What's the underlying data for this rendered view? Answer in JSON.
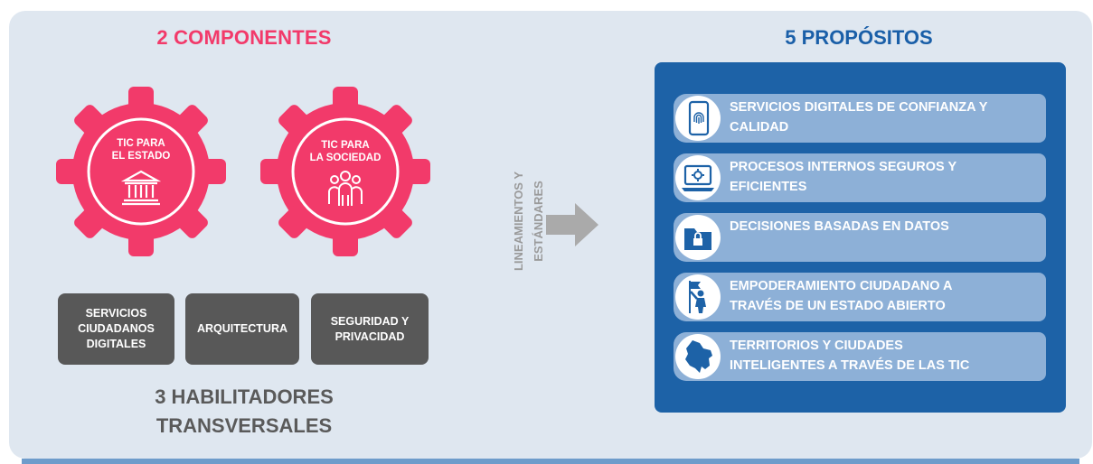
{
  "left_title": "2 COMPONENTES",
  "right_title": "5 PROPÓSITOS",
  "gears": [
    {
      "line1": "TIC PARA",
      "line2": "EL ESTADO",
      "icon": "government-building-icon"
    },
    {
      "line1": "TIC PARA",
      "line2": "LA SOCIEDAD",
      "icon": "people-group-icon"
    }
  ],
  "enablers": [
    {
      "label": "SERVICIOS CIUDADANOS DIGITALES"
    },
    {
      "label": "ARQUITECTURA"
    },
    {
      "label": "SEGURIDAD Y PRIVACIDAD"
    }
  ],
  "enablers_title": {
    "line1": "3 HABILITADORES",
    "line2": "TRANSVERSALES"
  },
  "connector": {
    "line1": "LINEAMIENTOS Y",
    "line2": "ESTÁNDARES"
  },
  "purposes": [
    {
      "line1": "SERVICIOS DIGITALES DE CONFIANZA Y",
      "line2": "CALIDAD",
      "icon": "fingerprint-phone-icon"
    },
    {
      "line1": "PROCESOS INTERNOS SEGUROS Y",
      "line2": "EFICIENTES",
      "icon": "laptop-gear-icon"
    },
    {
      "line1": "DECISIONES BASADAS EN DATOS",
      "line2": "",
      "icon": "locked-folder-icon"
    },
    {
      "line1": "EMPODERAMIENTO CIUDADANO A",
      "line2": "TRAVÉS DE UN ESTADO ABIERTO",
      "icon": "person-flag-icon"
    },
    {
      "line1": "TERRITORIOS Y CIUDADES",
      "line2": "INTELIGENTES A TRAVÉS DE LAS TIC",
      "icon": "colombia-map-icon"
    }
  ],
  "colors": {
    "accent_pink": "#f23a6a",
    "title_blue": "#1a5fa8",
    "panel_blue": "#1d62a7",
    "pill_blue": "#8db0d7",
    "enabler_gray": "#585858",
    "panel_bg": "#dfe7f0"
  }
}
